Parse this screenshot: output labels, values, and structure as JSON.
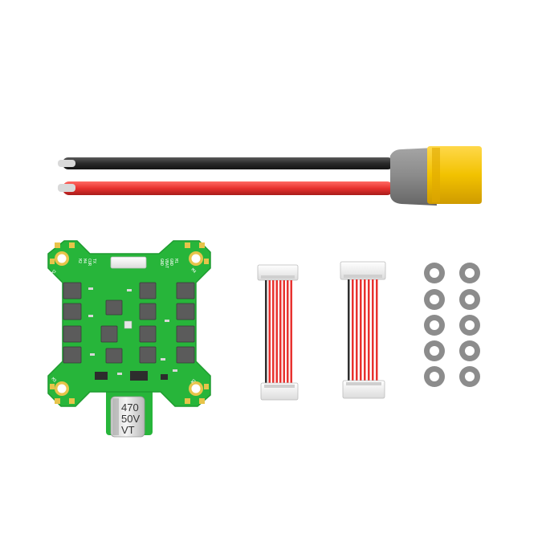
{
  "image": {
    "background": "#ffffff",
    "components": {
      "power_lead": {
        "wire_colors": [
          "#2b2b2b",
          "#e8322f"
        ],
        "connector_color": "#f2c200",
        "boot_color": "#8a8a8a"
      },
      "esc_board": {
        "pcb_color": "#27b53a",
        "silk_left": [
          "M2",
          "M4",
          "CUR",
          "TX"
        ],
        "silk_right": [
          "GND",
          "VBAT",
          "GND",
          "M1"
        ],
        "corner_labels": {
          "top_left": "M2",
          "top_right": "M4",
          "bottom_left": "M3",
          "bottom_right": "M1"
        },
        "capacitor_text": [
          "470",
          "50V",
          "VT"
        ]
      },
      "signal_cables": {
        "count": 2,
        "pins": 8
      },
      "washers": {
        "count": 10,
        "color": "#8c8c8c"
      }
    }
  }
}
